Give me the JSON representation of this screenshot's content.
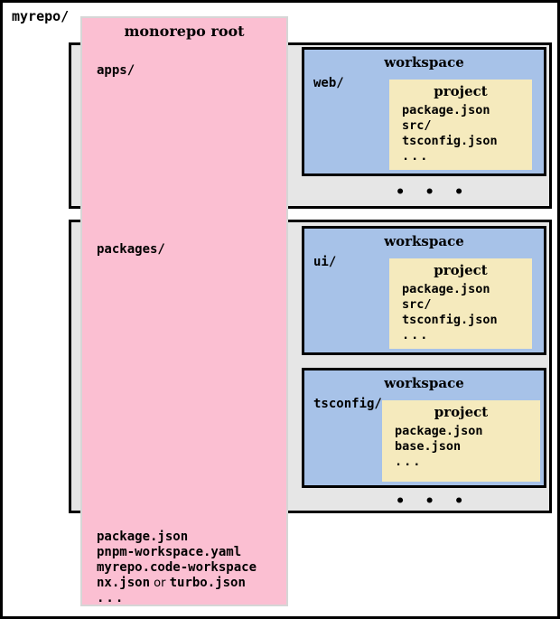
{
  "diagram": {
    "root_label": "myrepo/",
    "root_box": {
      "title": "monorepo root",
      "entries": [
        {
          "name": "apps/"
        },
        {
          "name": "packages/"
        }
      ],
      "root_files": [
        "package.json",
        "pnpm-workspace.yaml",
        "myrepo.code-workspace"
      ],
      "tool_file_a": "nx.json",
      "tool_file_connector": "or",
      "tool_file_b": "turbo.json",
      "root_files_ellipsis": "..."
    },
    "sections": [
      {
        "id": "apps",
        "parent": "apps/",
        "ellipsis": "• • •",
        "workspaces": [
          {
            "title": "workspace",
            "name": "web/",
            "project": {
              "title": "project",
              "files": [
                "package.json",
                "src/",
                "tsconfig.json"
              ],
              "ellipsis": "..."
            }
          }
        ]
      },
      {
        "id": "packages",
        "parent": "packages/",
        "ellipsis": "• • •",
        "workspaces": [
          {
            "title": "workspace",
            "name": "ui/",
            "project": {
              "title": "project",
              "files": [
                "package.json",
                "src/",
                "tsconfig.json"
              ],
              "ellipsis": "..."
            }
          },
          {
            "title": "workspace",
            "name": "tsconfig/",
            "project": {
              "title": "project",
              "files": [
                "package.json",
                "base.json"
              ],
              "ellipsis": "..."
            }
          }
        ]
      }
    ],
    "colors": {
      "root_pink": "#fbbfd2",
      "section_gray": "#e6e6e6",
      "workspace_blue": "#a7c2e8",
      "project_yellow": "#f5eabd",
      "border_black": "#000000",
      "canvas_white": "#ffffff"
    }
  }
}
